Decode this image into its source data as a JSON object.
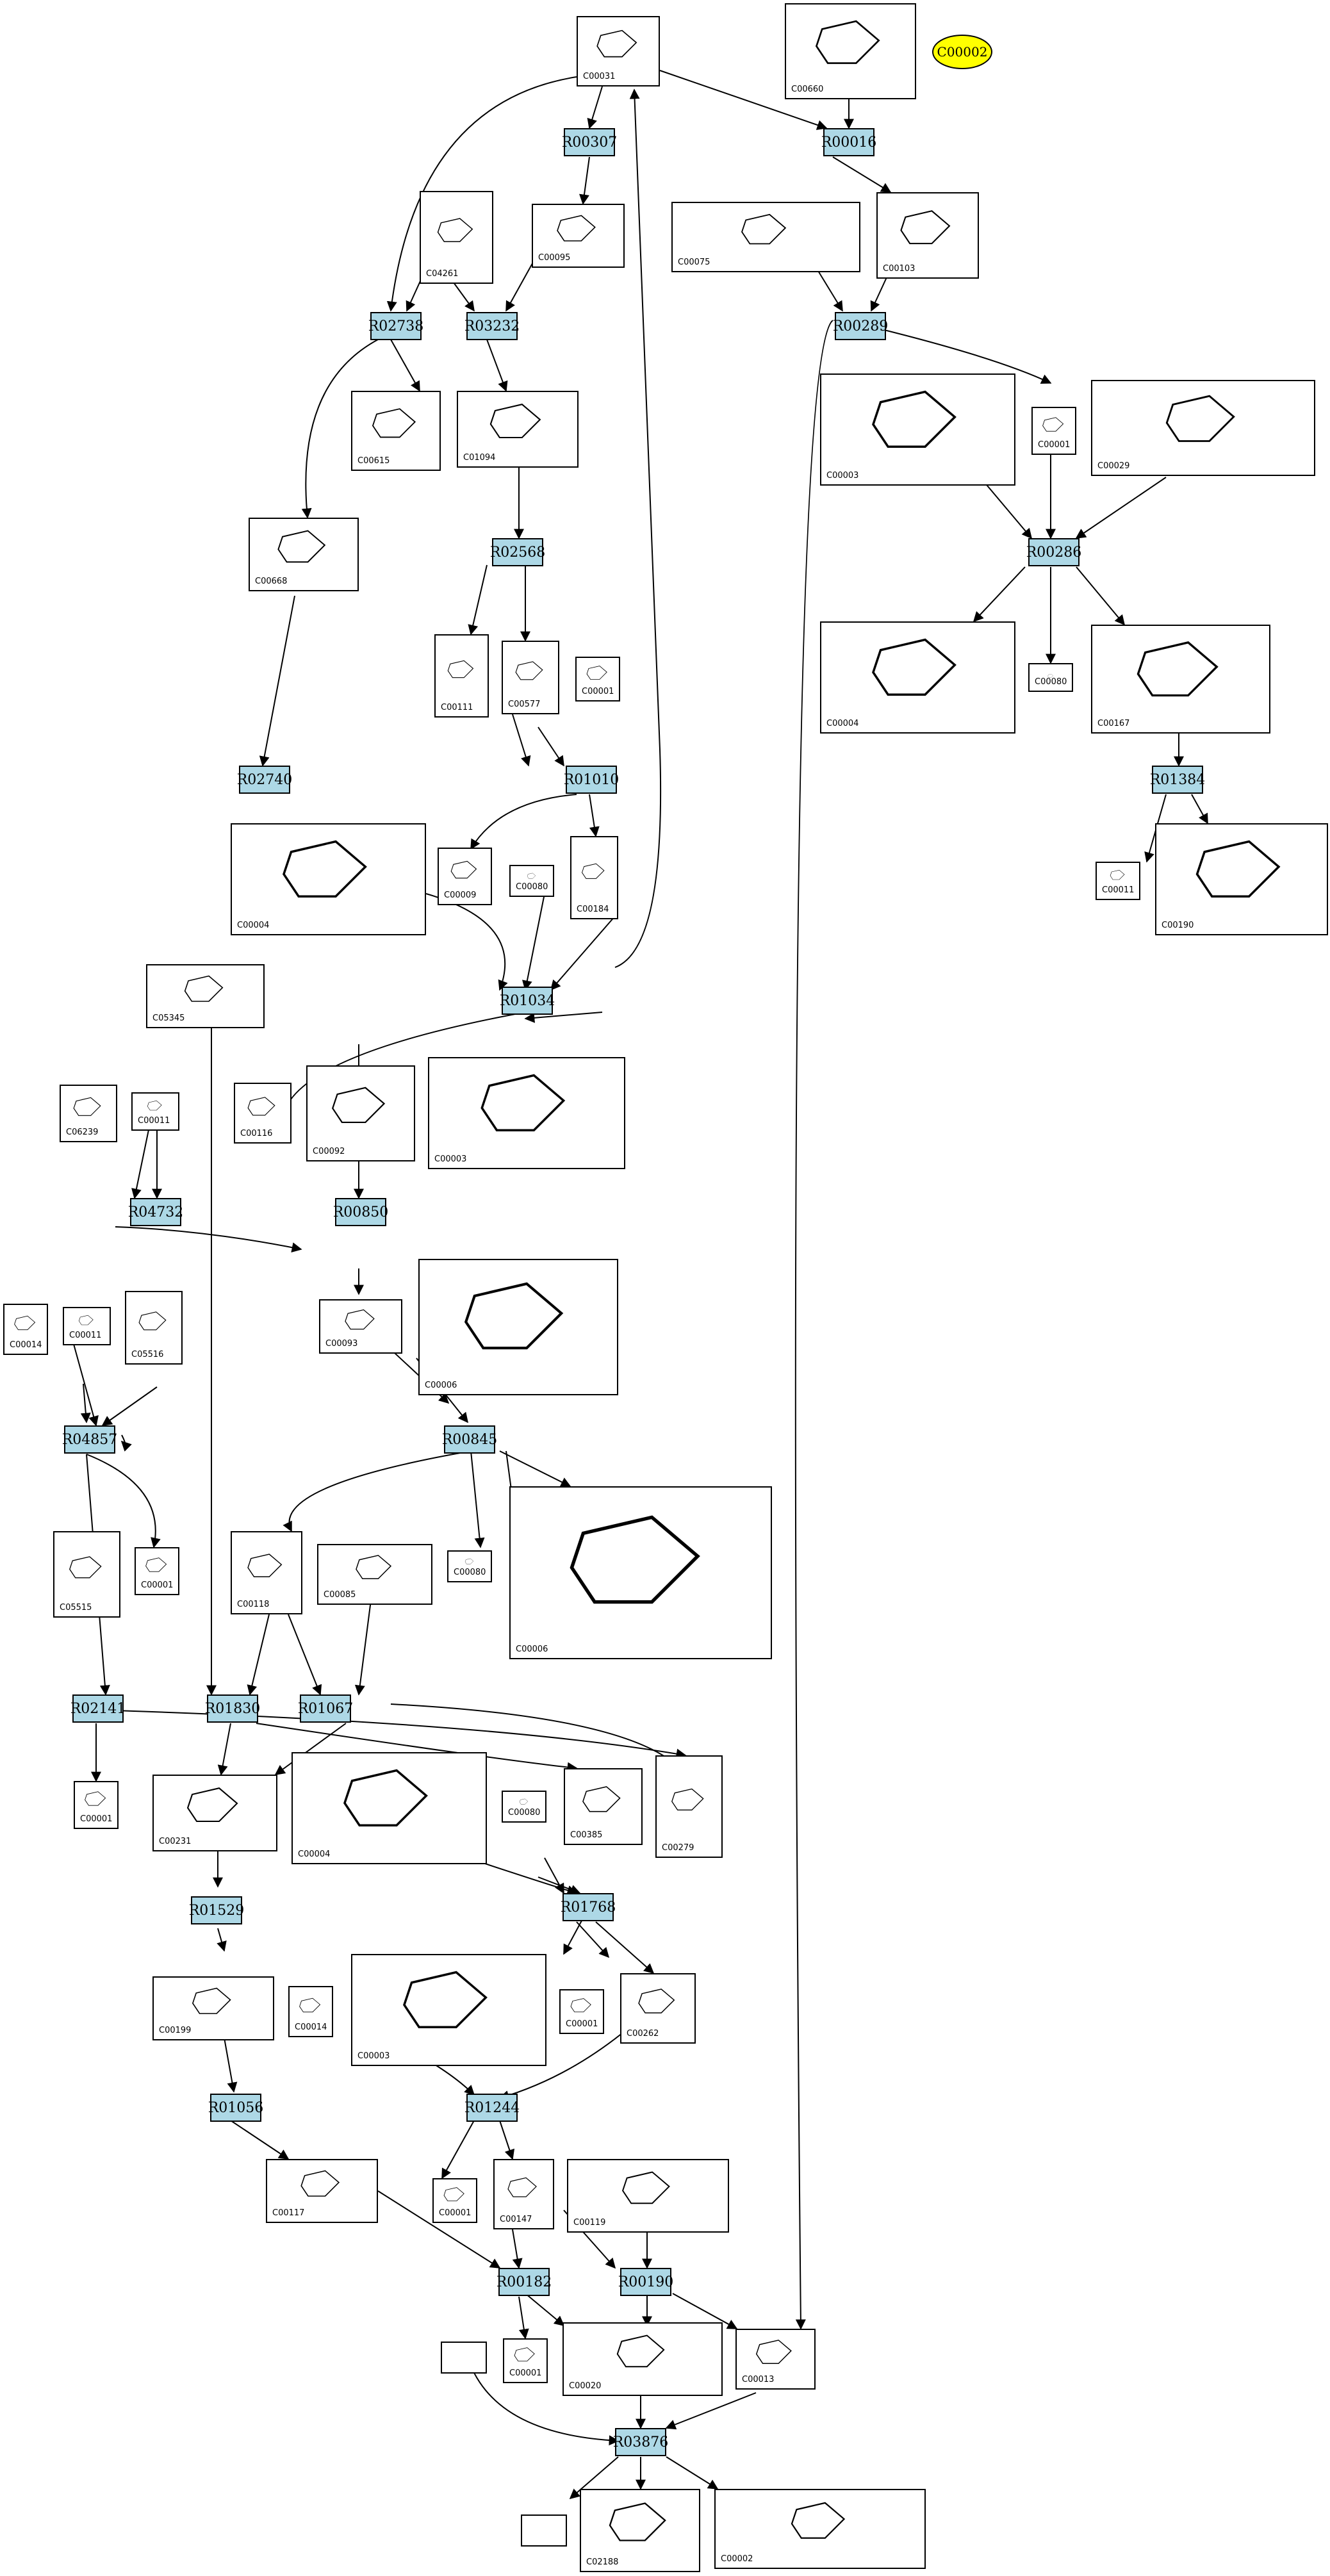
{
  "highlight": "C00002",
  "reactions": {
    "R00307": "R00307",
    "R00016": "R00016",
    "R02738": "R02738",
    "R03232": "R03232",
    "R00289": "R00289",
    "R02568": "R02568",
    "R00286": "R00286",
    "R01010": "R01010",
    "R02740": "R02740",
    "R01384": "R01384",
    "R01034": "R01034",
    "R04732": "R04732",
    "R00850": "R00850",
    "R04857": "R04857",
    "R00845": "R00845",
    "R02141": "R02141",
    "R01830": "R01830",
    "R01067": "R01067",
    "R01529": "R01529",
    "R01768": "R01768",
    "R01056": "R01056",
    "R01244": "R01244",
    "R00182": "R00182",
    "R00190": "R00190",
    "R03876": "R03876"
  },
  "compounds": {
    "c1": "C00031",
    "c2": "C00660",
    "c3": "C00095",
    "c4": "C04261",
    "c5": "C00075",
    "c6": "C00103",
    "c7": "C00615",
    "c8": "C01094",
    "c9": "C00003",
    "c10": "C00001",
    "c11": "C00029",
    "c12": "C00668",
    "c13": "C00111",
    "c14": "C00577",
    "c15": "C00001",
    "c16": "C00004",
    "c17": "C00080",
    "c18": "C00167",
    "c19": "C00009",
    "c20": "C00080",
    "c21": "C00184",
    "c22": "C00011",
    "c23": "C00190",
    "c24": "C00004",
    "c25": "C05345",
    "c26": "C06239",
    "c27": "C00011",
    "c28": "C00116",
    "c29": "C00092",
    "c30": "C00003",
    "c31": "C00014",
    "c32": "C00011",
    "c33": "C05516",
    "c34": "C00093",
    "c35": "C00006",
    "c36": "C05515",
    "c37": "C00001",
    "c38": "C00118",
    "c39": "C00085",
    "c40": "C00080",
    "c41": "C00006",
    "c42": "C00001",
    "c43": "C00231",
    "c44": "C00004",
    "c45": "C00080",
    "c46": "C00385",
    "c47": "C00279",
    "c48": "C00003",
    "c49": "C00001",
    "c50": "C00262",
    "c51": "C00199",
    "c52": "C00014",
    "c53": "C00117",
    "c54": "C00001",
    "c55": "C00147",
    "c56": "C00119",
    "c57": "C00001",
    "c58": "C00020",
    "c59": "C00013",
    "c60": "",
    "c61": "",
    "c62": "C02188",
    "c63": "C00002"
  }
}
